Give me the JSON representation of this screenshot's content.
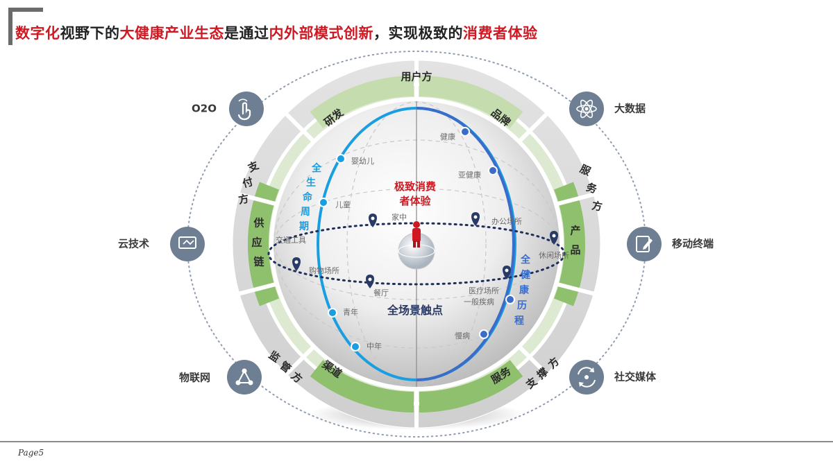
{
  "title": {
    "p1": "数字化",
    "p2": "视野下的",
    "p3": "大健康产业生态",
    "p4": "是通过",
    "p5": "内外部模式创新",
    "p6": "，实现极致的",
    "p7": "消费者体验"
  },
  "page_label": "Page5",
  "outer_ring": {
    "top": "用户方",
    "left": "支付方",
    "right": "服务方",
    "bottom_left": "监管方",
    "bottom_right": "支撑方"
  },
  "inner_ring": {
    "top_left": "研发",
    "top_right": "品牌",
    "left": "供应链",
    "right": "产品",
    "bottom_left": "渠道",
    "bottom_right": "服务"
  },
  "center": {
    "line1": "极致消费",
    "line2": "者体验",
    "touchpoints": "全场景触点"
  },
  "life_cycle_label": "全生命周期",
  "health_course_label": "全健康历程",
  "life_stages": [
    "婴幼儿",
    "儿童",
    "青年",
    "中年"
  ],
  "health_stages": [
    "健康",
    "亚健康",
    "一般疾病",
    "慢病"
  ],
  "places": [
    "家中",
    "办公场所",
    "交通工具",
    "休闲场所",
    "购物场所",
    "餐厅",
    "医疗场所"
  ],
  "tech": {
    "o2o": "O2O",
    "cloud": "云技术",
    "iot": "物联网",
    "big_data": "大数据",
    "mobile": "移动终端",
    "social": "社交媒体"
  },
  "colors": {
    "accent_red": "#d01822",
    "life_cycle_blue": "#1a9ee2",
    "health_blue": "#3a6cc8",
    "inner_green": "#8fc06e",
    "icon_gray": "#6f7f93"
  }
}
